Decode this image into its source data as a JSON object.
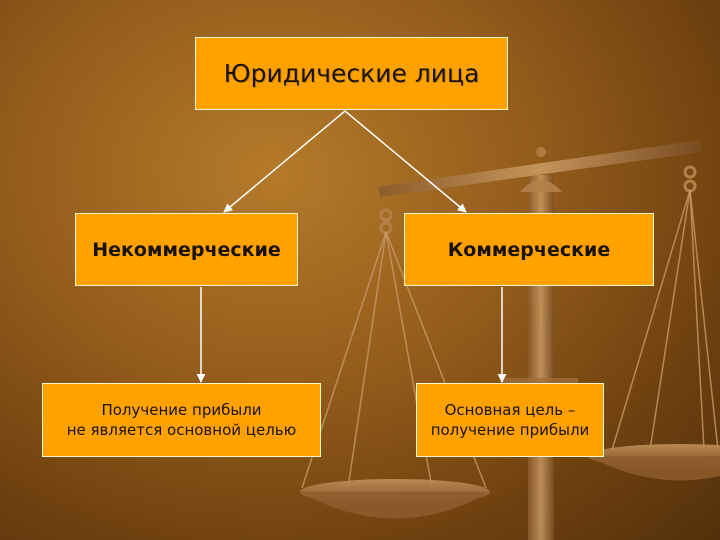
{
  "diagram": {
    "root": {
      "label": "Юридические лица"
    },
    "level1": {
      "left": {
        "label": "Некоммерческие"
      },
      "right": {
        "label": "Коммерческие"
      }
    },
    "level2": {
      "left": {
        "label": "Получение прибыли\nне является основной целью"
      },
      "right": {
        "label": "Основная цель –\nполучение прибыли"
      }
    }
  },
  "colors": {
    "box_fill": "#ffa200",
    "box_border": "#fff7d0",
    "connector": "#ffffff",
    "scale_metal": "#b9824a"
  }
}
